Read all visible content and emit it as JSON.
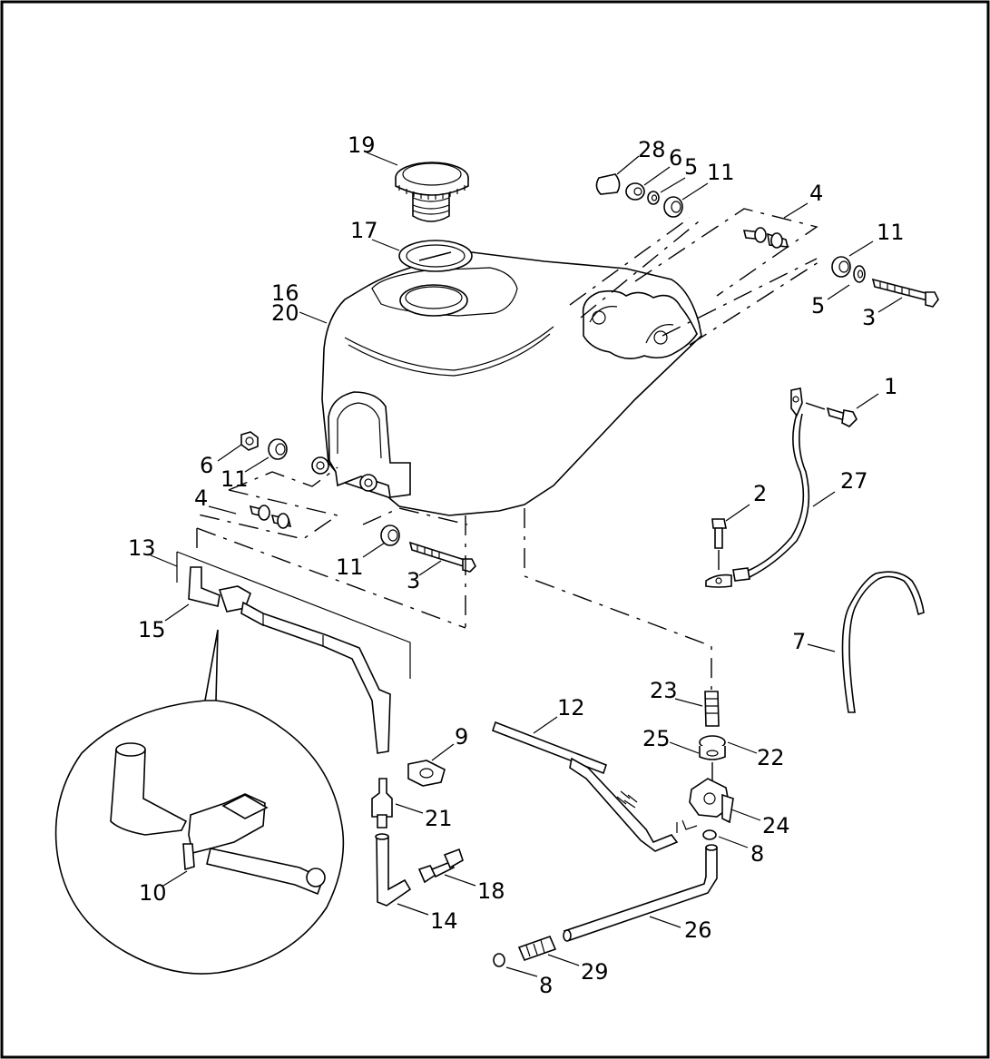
{
  "colors": {
    "line": "#000000",
    "background": "#ffffff"
  },
  "callouts": [
    {
      "id": "c19",
      "text": "19"
    },
    {
      "id": "c28",
      "text": "28"
    },
    {
      "id": "c6a",
      "text": "6"
    },
    {
      "id": "c5a",
      "text": "5"
    },
    {
      "id": "c11a",
      "text": "11"
    },
    {
      "id": "c4a",
      "text": "4"
    },
    {
      "id": "c17",
      "text": "17"
    },
    {
      "id": "c11b",
      "text": "11"
    },
    {
      "id": "c16",
      "text": "16"
    },
    {
      "id": "c20",
      "text": "20"
    },
    {
      "id": "c5b",
      "text": "5"
    },
    {
      "id": "c3a",
      "text": "3"
    },
    {
      "id": "c1",
      "text": "1"
    },
    {
      "id": "c27",
      "text": "27"
    },
    {
      "id": "c6b",
      "text": "6"
    },
    {
      "id": "c11c",
      "text": "11"
    },
    {
      "id": "c2",
      "text": "2"
    },
    {
      "id": "c4b",
      "text": "4"
    },
    {
      "id": "c13",
      "text": "13"
    },
    {
      "id": "c11d",
      "text": "11"
    },
    {
      "id": "c3b",
      "text": "3"
    },
    {
      "id": "c15",
      "text": "15"
    },
    {
      "id": "c7",
      "text": "7"
    },
    {
      "id": "c23",
      "text": "23"
    },
    {
      "id": "c12",
      "text": "12"
    },
    {
      "id": "c9",
      "text": "9"
    },
    {
      "id": "c25",
      "text": "25"
    },
    {
      "id": "c22",
      "text": "22"
    },
    {
      "id": "c21",
      "text": "21"
    },
    {
      "id": "c24",
      "text": "24"
    },
    {
      "id": "c8a",
      "text": "8"
    },
    {
      "id": "c10",
      "text": "10"
    },
    {
      "id": "c18",
      "text": "18"
    },
    {
      "id": "c14",
      "text": "14"
    },
    {
      "id": "c26",
      "text": "26"
    },
    {
      "id": "c29",
      "text": "29"
    },
    {
      "id": "c8b",
      "text": "8"
    }
  ]
}
